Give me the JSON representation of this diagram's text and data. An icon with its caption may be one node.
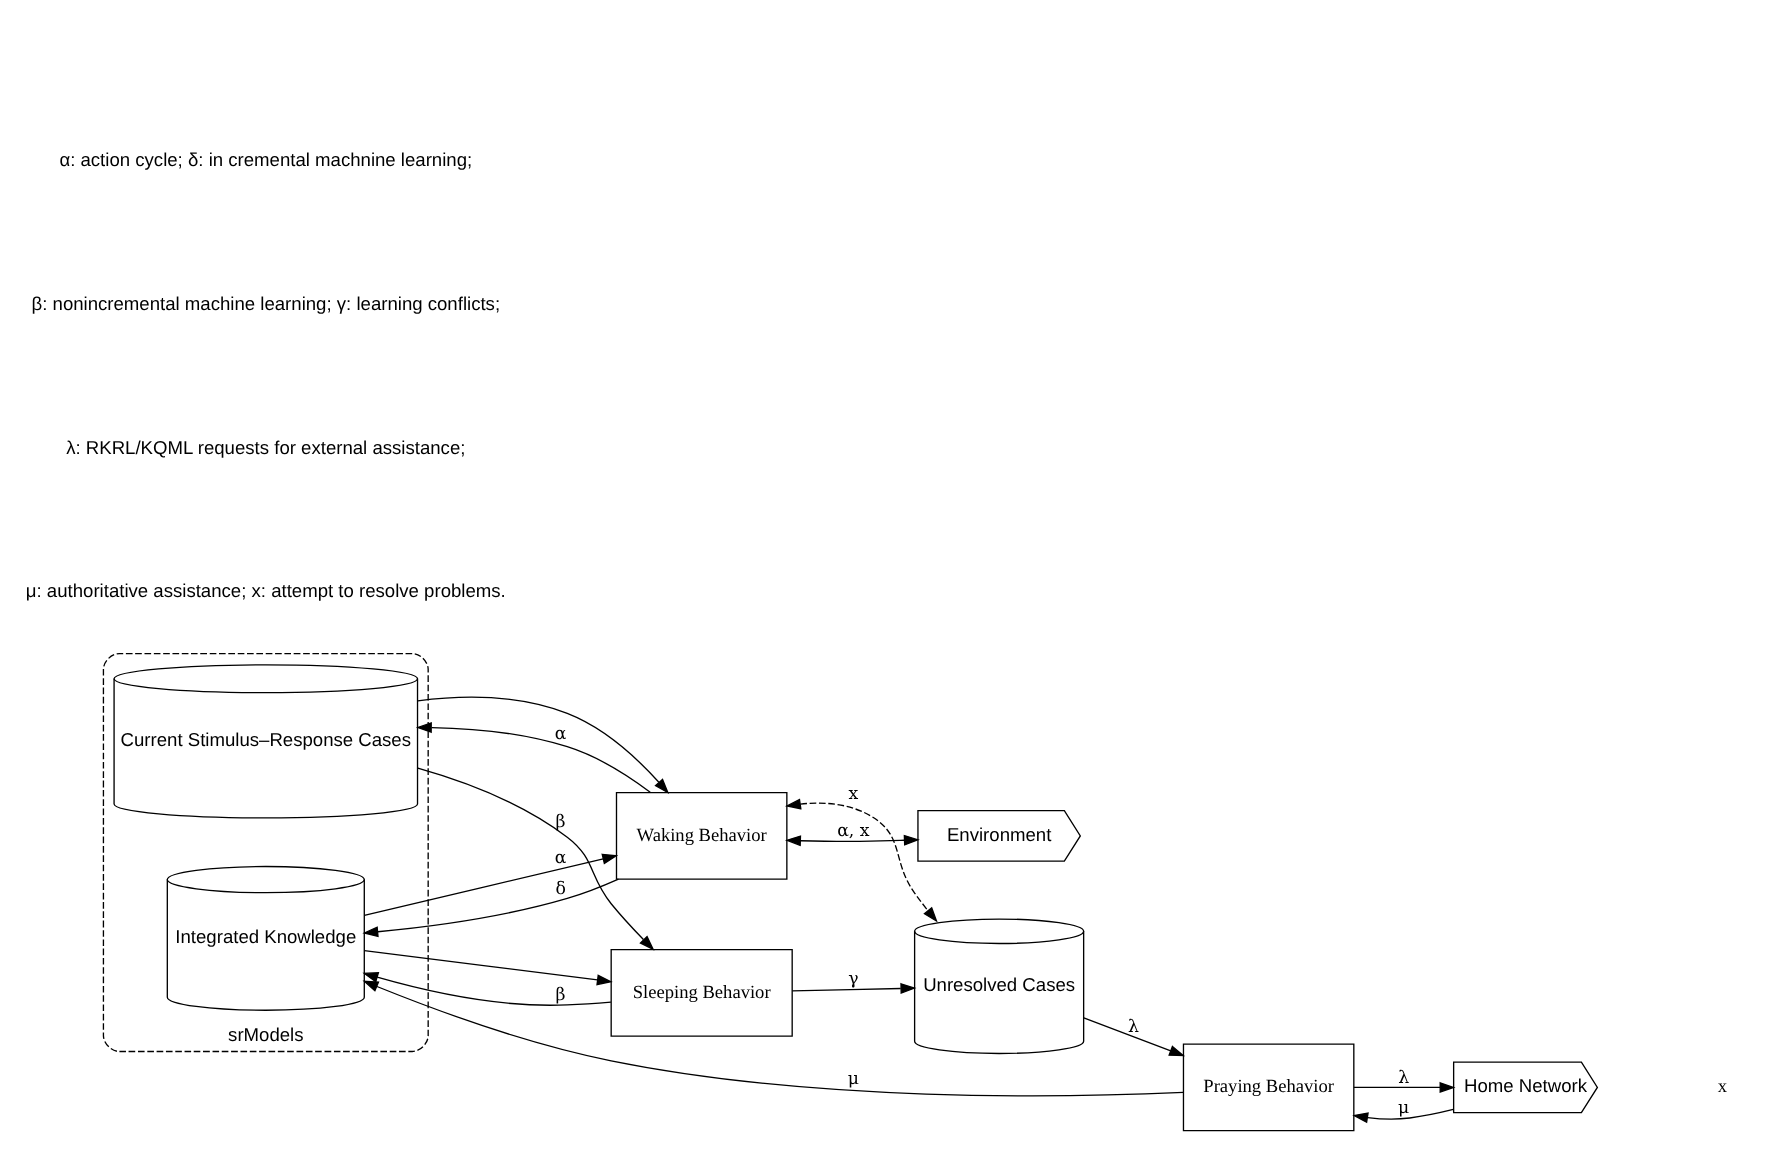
{
  "diagram": {
    "nodes": [
      {
        "text": [
          "srModels"
        ]
      },
      {
        "text": [
          "Current Stimulus–Response Cases"
        ],
        "in": 0
      },
      {
        "text": [
          "Integrated Knowledge"
        ],
        "in": 0
      },
      {
        "text": [
          "Waking Behavior"
        ]
      },
      {
        "text": [
          "Sleeping Behavior"
        ]
      },
      {
        "text": [
          "Unresolved Cases"
        ]
      },
      {
        "text": [
          "Environment"
        ]
      },
      {
        "text": [
          "Praying Behavior"
        ]
      },
      {
        "text": [
          "Home Network"
        ]
      }
    ],
    "edges": [
      {
        "from": 3,
        "to": 5,
        "arrow": "both",
        "style": "dashed",
        "label": "x"
      },
      {
        "from": 3,
        "to": 1,
        "arrow": "to",
        "label": "α"
      },
      {
        "from": 1,
        "to": 3,
        "arrow": "to"
      },
      {
        "from": 2,
        "to": 3,
        "arrow": "to",
        "label": "α"
      },
      {
        "from": 3,
        "to": 2,
        "arrow": "to",
        "label": "δ"
      },
      {
        "from": 3,
        "to": 6,
        "arrow": "both",
        "label": "α, x"
      },
      {
        "from": 1,
        "to": 4,
        "arrow": "to",
        "label": "β"
      },
      {
        "from": 2,
        "to": 4,
        "arrow": "to"
      },
      {
        "from": 4,
        "to": 2,
        "arrow": "to",
        "label": "β"
      },
      {
        "from": 4,
        "to": 5,
        "arrow": "to",
        "label": "γ"
      },
      {
        "from": 5,
        "to": 7,
        "arrow": "to",
        "label": "λ"
      },
      {
        "from": 7,
        "to": 2,
        "arrow": "to",
        "label": "μ"
      },
      {
        "from": 7,
        "to": 8,
        "arrow": "to",
        "label": "λ"
      },
      {
        "from": 8,
        "to": 7,
        "arrow": "to",
        "label": "μ"
      }
    ],
    "labels": [
      "x",
      "α: action cycle; δ: in cremental machnine learning;",
      "β: nonincremental machine learning; γ: learning conflicts;",
      "λ: RKRL/KQML requests for external assistance;",
      "μ: authoritative assistance; x: attempt to resolve problems."
    ]
  }
}
